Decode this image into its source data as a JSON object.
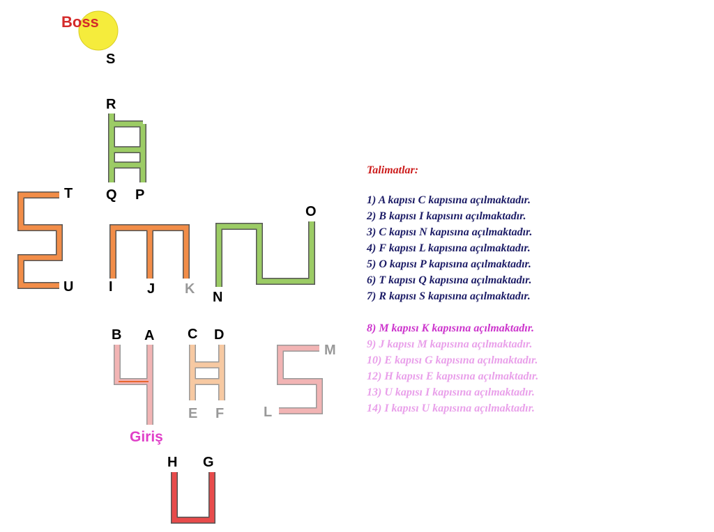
{
  "boss_label": "Boss",
  "entry_label": "Giriş",
  "doors": {
    "S": "S",
    "R": "R",
    "Q": "Q",
    "P": "P",
    "T": "T",
    "U": "U",
    "I": "I",
    "J": "J",
    "K": "K",
    "O": "O",
    "N": "N",
    "B": "B",
    "A": "A",
    "C": "C",
    "D": "D",
    "M": "M",
    "E": "E",
    "F": "F",
    "L": "L",
    "H": "H",
    "G": "G"
  },
  "instructions": {
    "title": "Talimatlar:",
    "group1": [
      "1) A kapısı C kapısına açılmaktadır.",
      "2) B kapısı I kapısını açılmaktadır.",
      "3) C kapısı N kapısına açılmaktadır.",
      "4) F kapısı L kapısına açılmaktadır.",
      "5) O kapısı P kapısına açılmaktadır.",
      "6) T kapısı Q kapısına açılmaktadır.",
      "7) R kapısı S kapısına açılmaktadır."
    ],
    "group2": [
      "8) M kapısı K kapısına açılmaktadır.",
      "9) J kapısı M kapısına açılmaktadır.",
      "10) E kapısı G kapısına açılmaktadır.",
      "12) H kapısı E kapısına açılmaktadır.",
      "13) U kapısı I kapısına açılmaktadır.",
      "14) I kapısı U kapısına açılmaktadır."
    ]
  },
  "colors": {
    "boss_sun": "#f5ec3c",
    "boss_text": "#d42a2a",
    "entry_text": "#e040c8",
    "green": "#9ccc65",
    "orange": "#f28d48",
    "pink": "#f2b4b4",
    "peach": "#f7c9a2",
    "red": "#e84b4b",
    "label_dark": "#000000",
    "label_gray": "#999999",
    "title_red": "#cc1b1b",
    "text_navy": "#1c1c66",
    "text_magenta": "#cc33cc",
    "text_pink": "#e9a0ea"
  }
}
